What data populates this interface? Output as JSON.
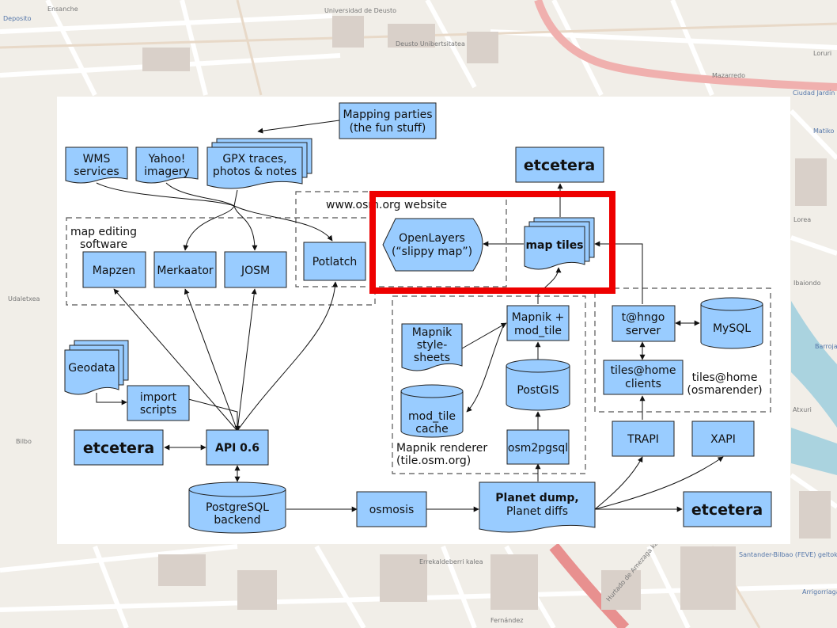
{
  "map": {
    "labels": [
      "Deposito",
      "Ensanche",
      "Deusto Unibertsitatea",
      "Universidad de Deusto",
      "Loruri",
      "Mazarredo",
      "Ciudad Jardín",
      "Matiko",
      "Lorea",
      "Ibaiondo",
      "Barroja",
      "Santander-Bilbao (FEVE) geltokia",
      "Arrigorriaga",
      "Hurtado de Amezaga kalea",
      "Errekaldeberri kalea",
      "Fernández",
      "Udaletxea",
      "Bilbo",
      "Atxuri"
    ]
  },
  "diagram": {
    "mapping_parties": [
      "Mapping parties",
      "(the fun stuff)"
    ],
    "wms": [
      "WMS",
      "services"
    ],
    "yahoo": [
      "Yahoo!",
      "imagery"
    ],
    "gpx": [
      "GPX traces,",
      "photos & notes"
    ],
    "etcetera_top": "etcetera",
    "website_group": "www.osm.org website",
    "map_editing_group": [
      "map editing",
      "software"
    ],
    "mapzen": "Mapzen",
    "merkaator": "Merkaator",
    "josm": "JOSM",
    "potlatch": "Potlatch",
    "openlayers": [
      "OpenLayers",
      "(“slippy map”)"
    ],
    "map_tiles": "map tiles",
    "mapnik_modtile": [
      "Mapnik +",
      "mod_tile"
    ],
    "mapnik_stylesheets": [
      "Mapnik",
      "style-",
      "sheets"
    ],
    "postgis": "PostGIS",
    "modtile_cache": [
      "mod_tile",
      "cache"
    ],
    "mapnik_renderer_group": [
      "Mapnik renderer",
      "(tile.osm.org)"
    ],
    "osm2pgsql": "osm2pgsql",
    "thngo_server": [
      "t@hngo",
      "server"
    ],
    "mysql": "MySQL",
    "tiles_home_clients": [
      "tiles@home",
      "clients"
    ],
    "tiles_home_group": [
      "tiles@home",
      "(osmarender)"
    ],
    "geodata": "Geodata",
    "import_scripts": [
      "import",
      "scripts"
    ],
    "etcetera_left": "etcetera",
    "api": "API 0.6",
    "postgresql": [
      "PostgreSQL",
      "backend"
    ],
    "osmosis": "osmosis",
    "planet_dump": [
      "Planet dump,",
      "Planet diffs"
    ],
    "trapi": "TRAPI",
    "xapi": "XAPI",
    "etcetera_right": "etcetera"
  },
  "colors": {
    "box_fill": "#99ccff",
    "highlight": "#ee0000",
    "panel": "#ffffff"
  }
}
